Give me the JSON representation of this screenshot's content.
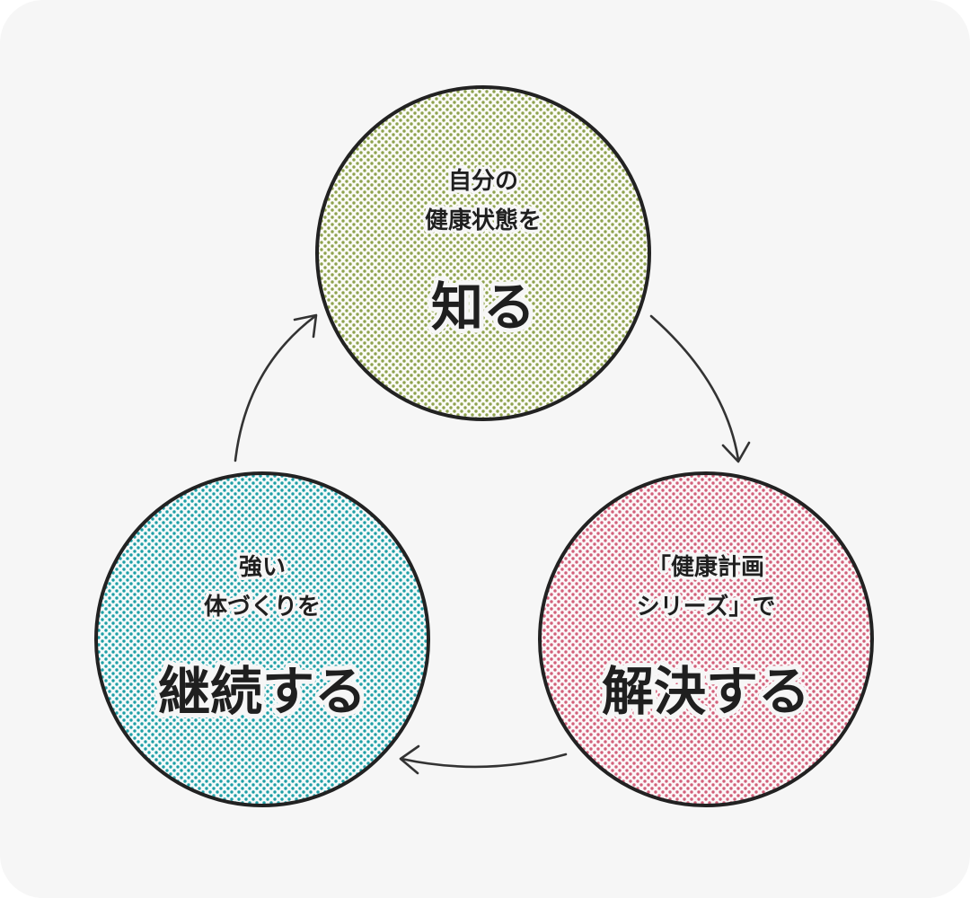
{
  "nodes": [
    {
      "id": "know",
      "line1": "自分の",
      "line2": "健康状態を",
      "main": "知る",
      "color": "#8ea24e"
    },
    {
      "id": "solve",
      "line1": "「健康計画",
      "line2": "シリーズ」で",
      "main": "解決する",
      "color": "#d2607a"
    },
    {
      "id": "continue",
      "line1": "強い",
      "line2": "体づくりを",
      "main": "継続する",
      "color": "#1e9fa6"
    }
  ],
  "colors": {
    "background": "#f6f6f6",
    "outline": "#222222",
    "arrow": "#333333",
    "text": "#1f1f1f"
  },
  "arrows": [
    {
      "from": "know",
      "to": "solve"
    },
    {
      "from": "solve",
      "to": "continue"
    },
    {
      "from": "continue",
      "to": "know"
    }
  ]
}
